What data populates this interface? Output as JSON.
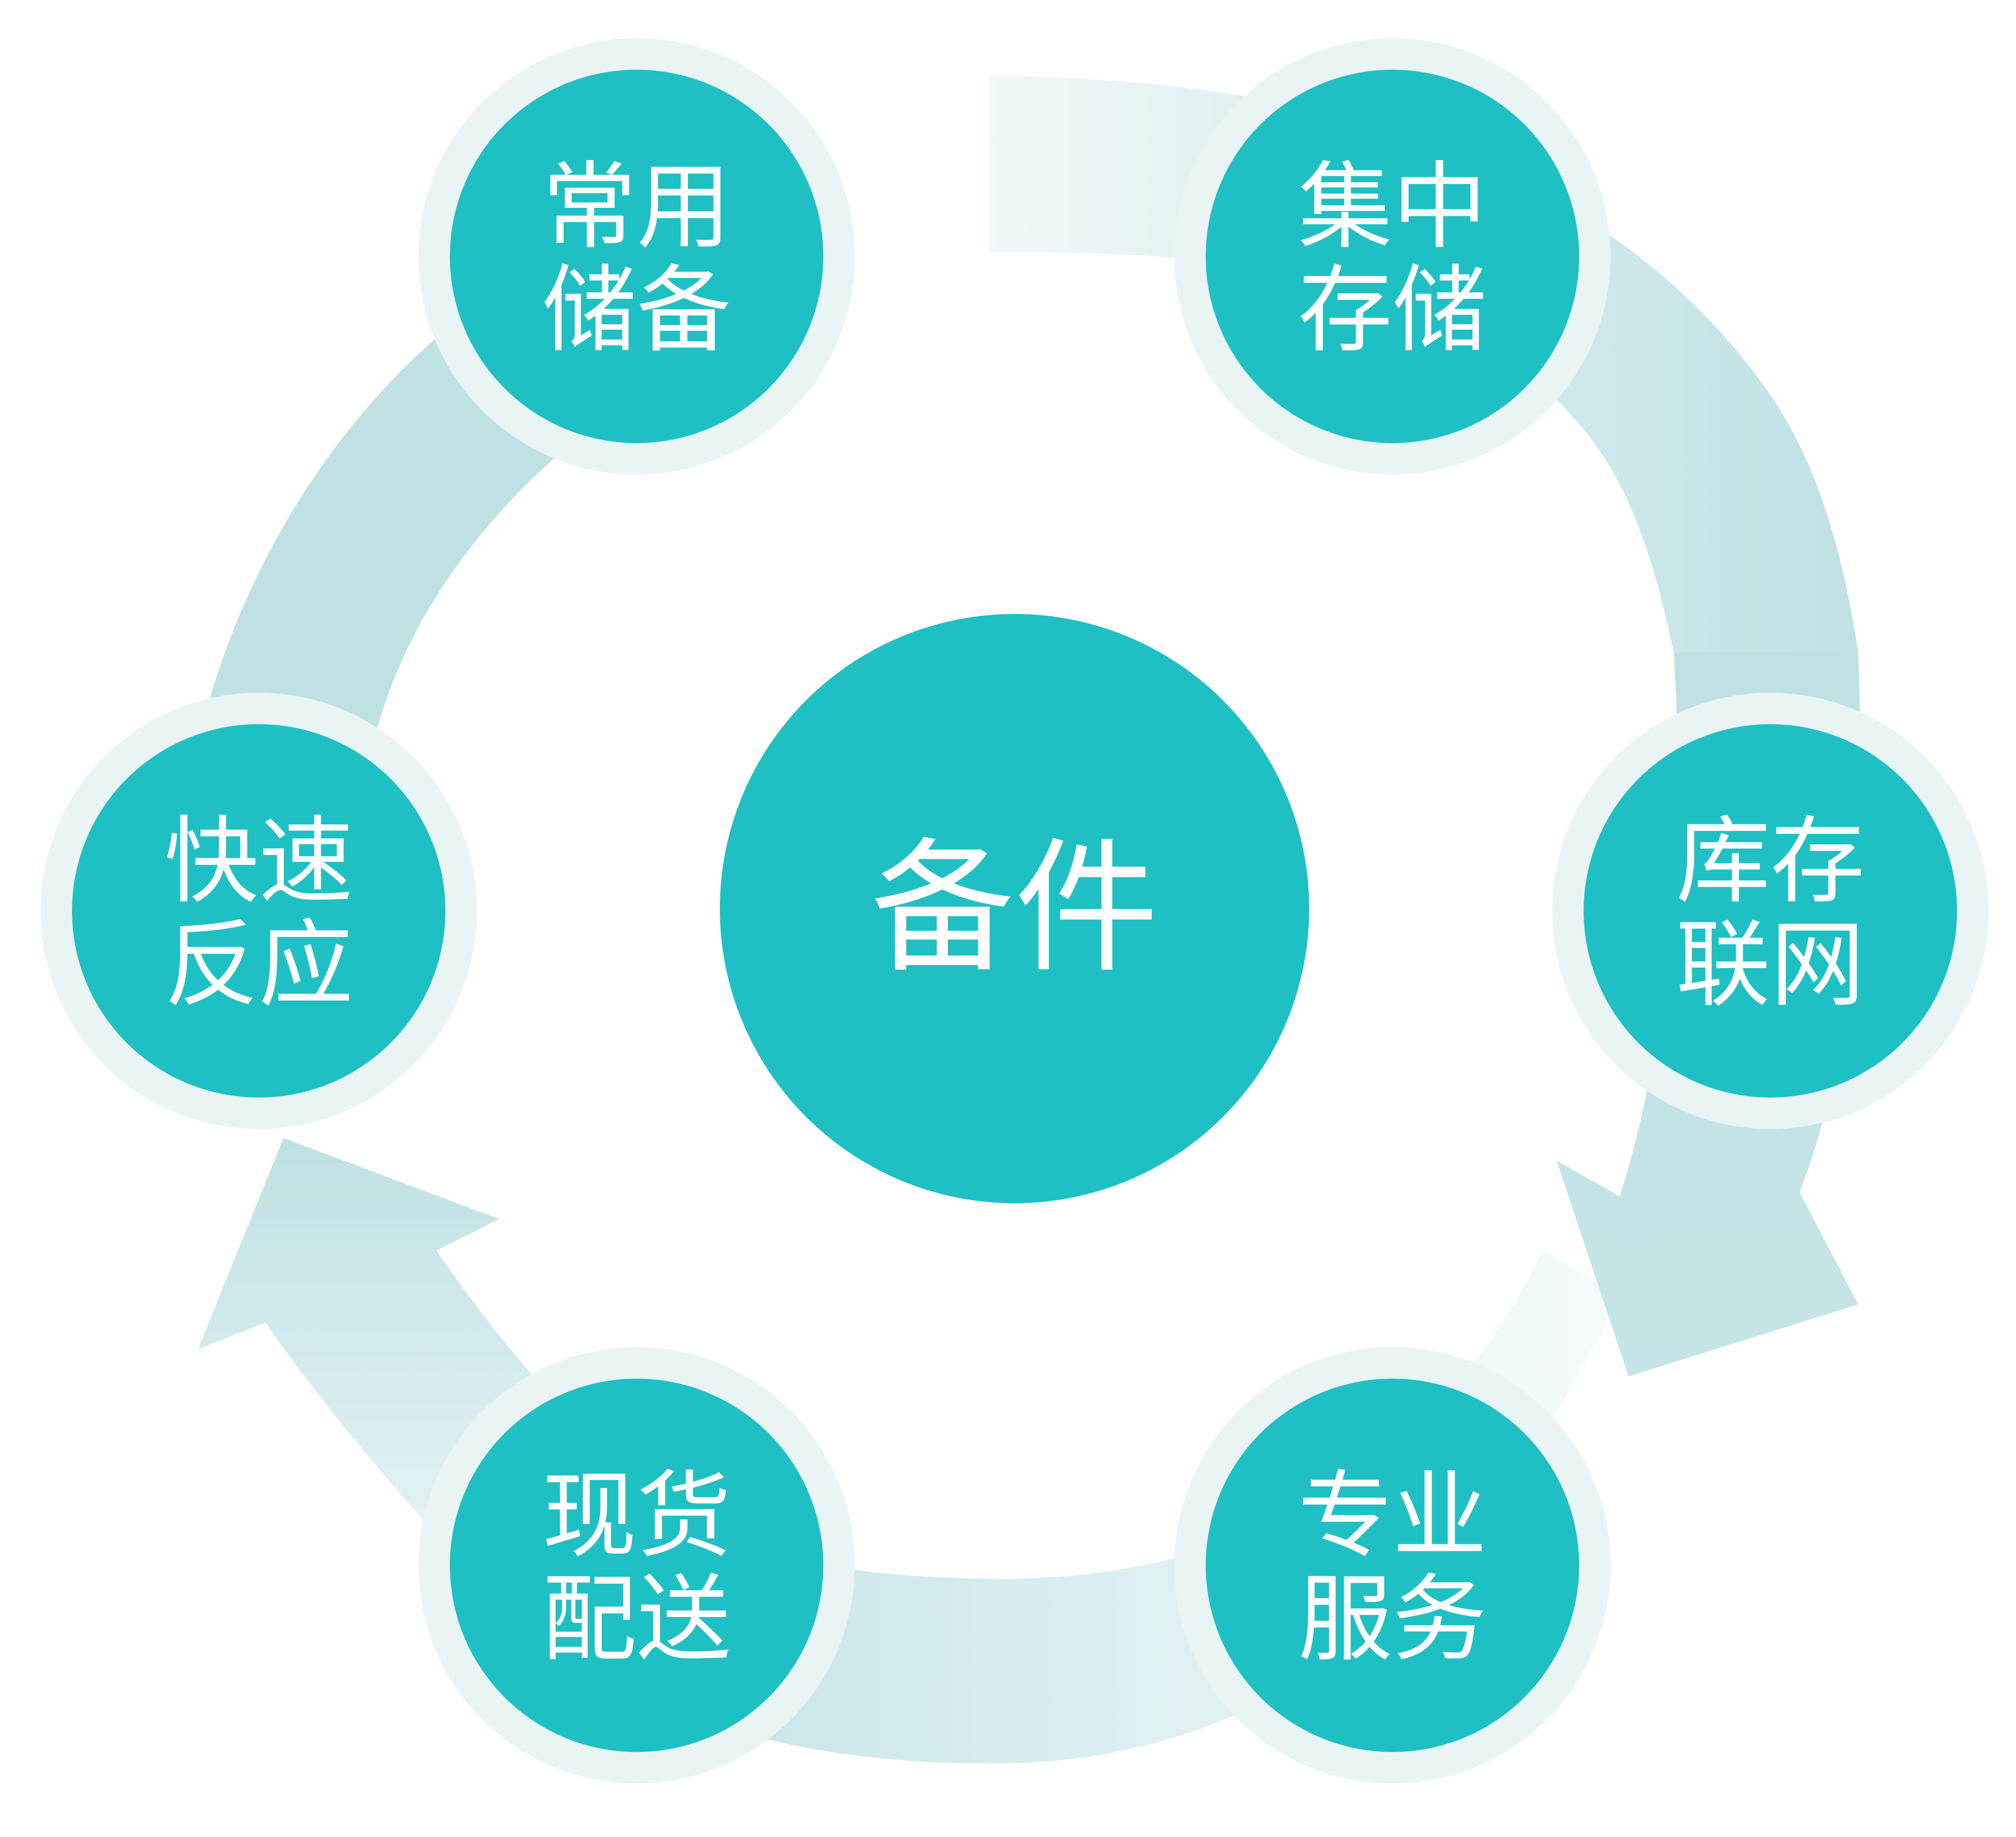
{
  "diagram": {
    "center": {
      "label": "备件"
    },
    "nodes": [
      {
        "id": "common-storage",
        "line1": "常用",
        "line2": "储备"
      },
      {
        "id": "central-storage",
        "line1": "集中",
        "line2": "存储"
      },
      {
        "id": "inventory-network",
        "line1": "库存",
        "line2": "联网"
      },
      {
        "id": "professional-service",
        "line1": "专业",
        "line2": "服务"
      },
      {
        "id": "spot-delivery",
        "line1": "现货",
        "line2": "配送"
      },
      {
        "id": "quick-response",
        "line1": "快速",
        "line2": "反应"
      }
    ],
    "colors": {
      "node_fill": "#1EC0C3",
      "node_halo": "#E9F4F5",
      "arrow_fill": "#BFE1E4",
      "text": "#FFFFFF"
    }
  }
}
